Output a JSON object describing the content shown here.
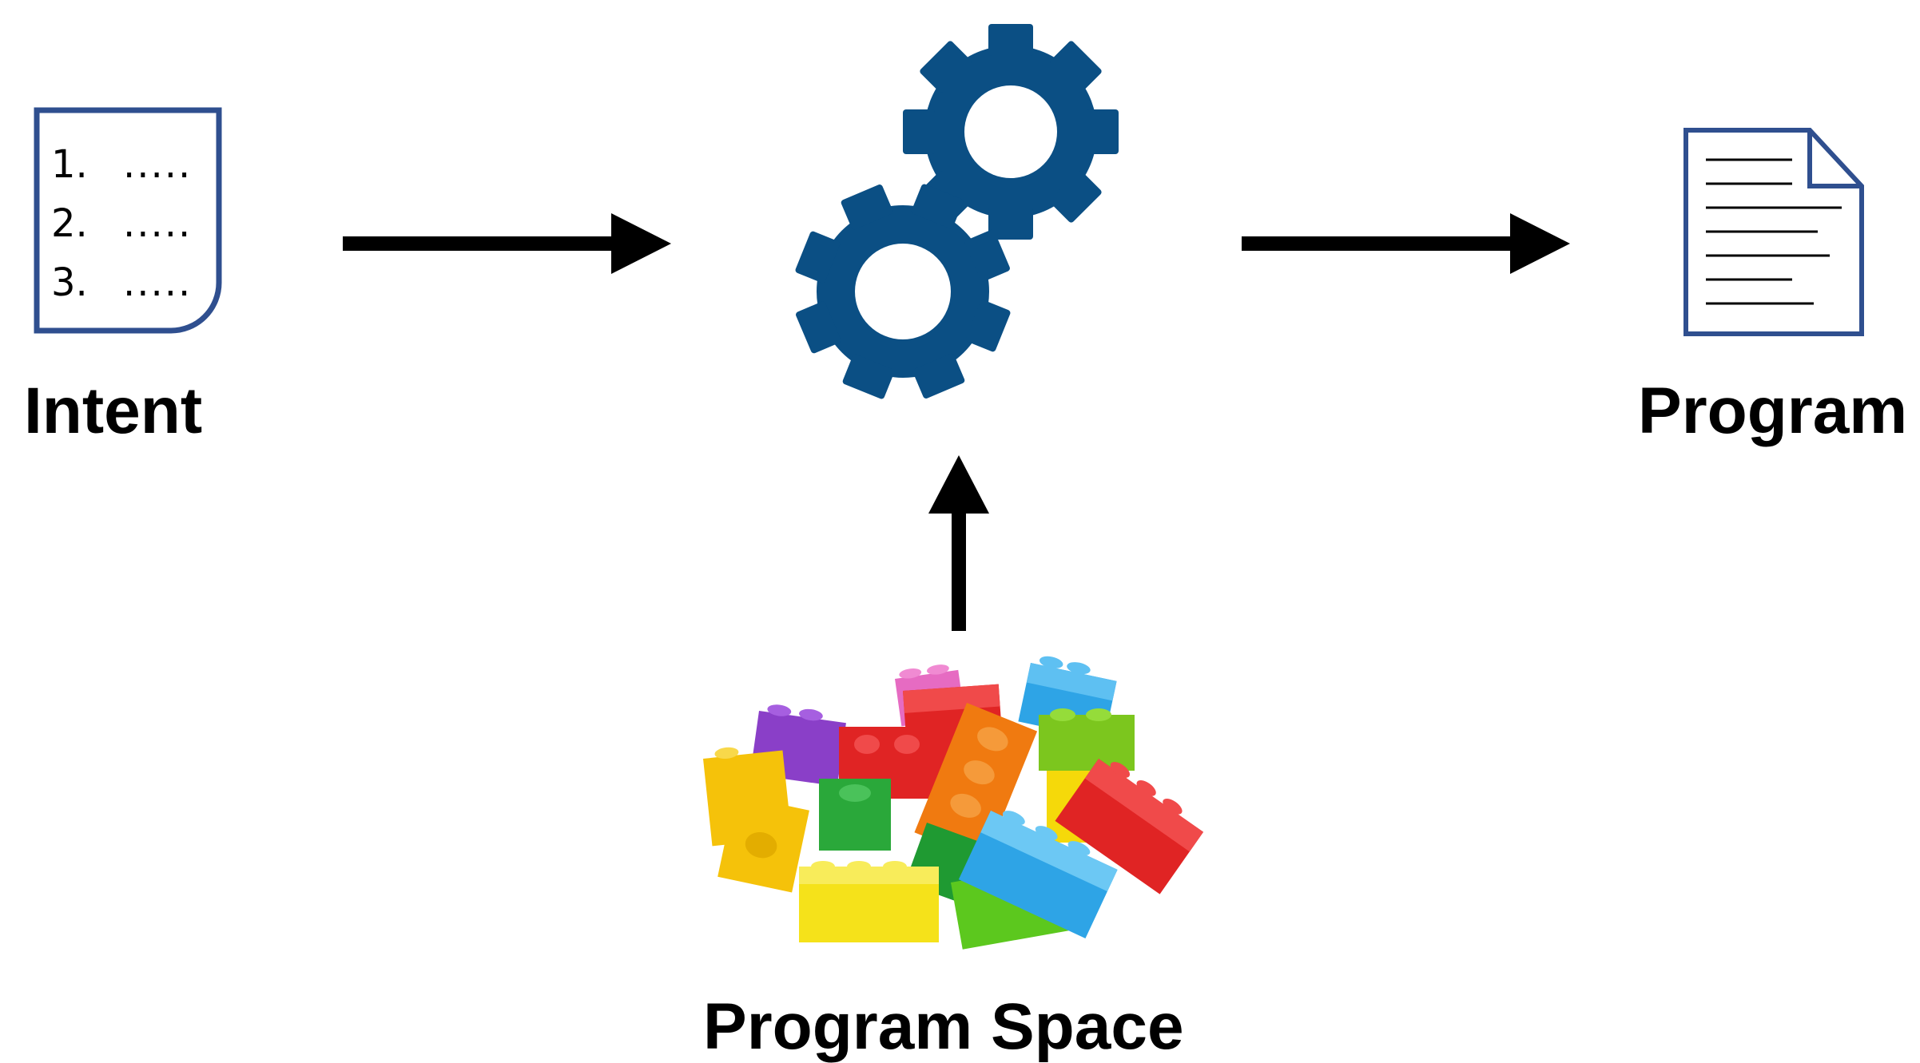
{
  "intent": {
    "label": "Intent",
    "list": [
      {
        "num": "1.",
        "text": "....."
      },
      {
        "num": "2.",
        "text": "....."
      },
      {
        "num": "3.",
        "text": "....."
      }
    ]
  },
  "program": {
    "label": "Program"
  },
  "program_space": {
    "label": "Program Space"
  },
  "colors": {
    "gear": "#0b4f84",
    "doc_border": "#2f4f8f",
    "arrow": "#000000",
    "brick_red": "#e02424",
    "brick_yellow": "#f5d90a",
    "brick_orange": "#f07a10",
    "brick_green": "#2aa83a",
    "brick_lime": "#7cc61e",
    "brick_blue": "#2ea4e6",
    "brick_purple": "#8a3fc8",
    "brick_pink": "#e66bc2"
  },
  "icons": [
    "intent-document-icon",
    "gears-icon",
    "program-document-icon",
    "lego-bricks-icon"
  ]
}
